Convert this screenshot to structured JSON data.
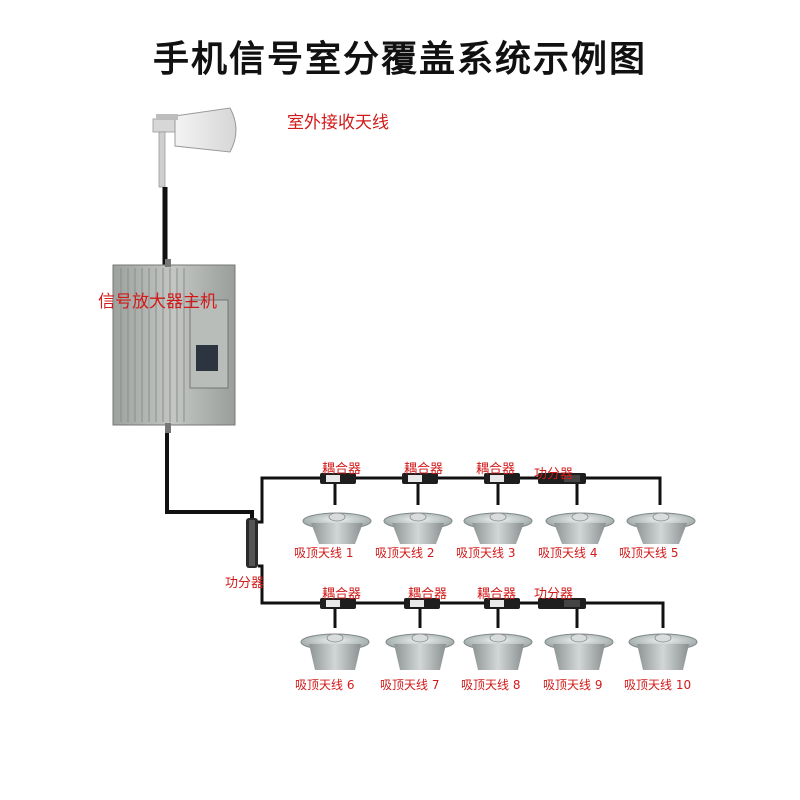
{
  "title": "手机信号室分覆盖系统示例图",
  "outdoor_antenna_label": "室外接收天线",
  "amplifier_label": "信号放大器主机",
  "main_splitter_label": "功分器",
  "row1": {
    "coupler_labels": [
      "耦合器",
      "耦合器",
      "耦合器"
    ],
    "splitter_label": "功分器",
    "antenna_labels": [
      "吸顶天线 1",
      "吸顶天线 2",
      "吸顶天线 3",
      "吸顶天线 4",
      "吸顶天线 5"
    ]
  },
  "row2": {
    "coupler_labels": [
      "耦合器",
      "耦合器",
      "耦合器"
    ],
    "splitter_label": "功分器",
    "antenna_labels": [
      "吸顶天线 6",
      "吸顶天线 7",
      "吸顶天线 8",
      "吸顶天线 9",
      "吸顶天线 10"
    ]
  },
  "colors": {
    "label_red": "#d21a1a",
    "cable": "#111111",
    "device_grey": "#a9adaa"
  }
}
